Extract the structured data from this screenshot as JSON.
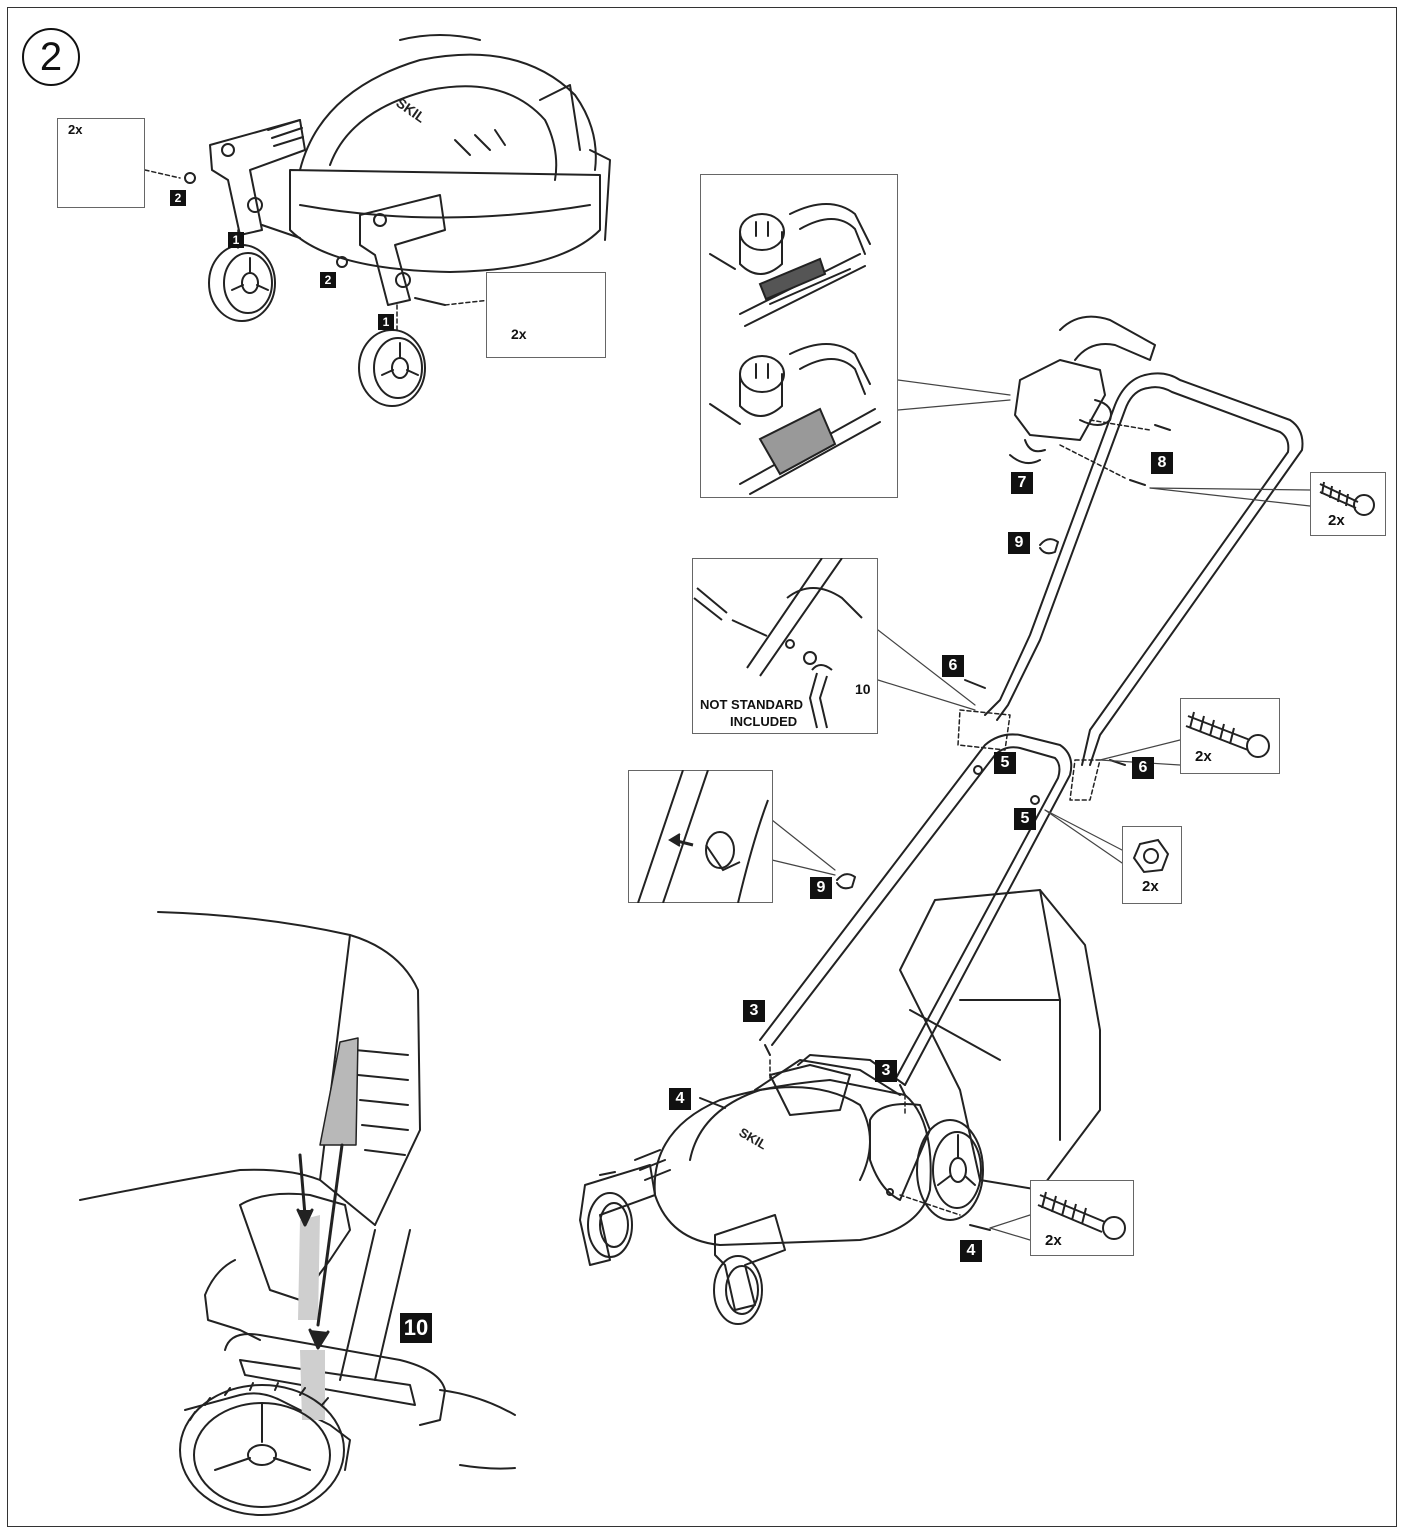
{
  "step_number": "2",
  "parts": {
    "l1": "1",
    "l2": "2",
    "l3": "3",
    "l4": "4",
    "l5": "5",
    "l6": "6",
    "l7": "7",
    "l8": "8",
    "l9": "9",
    "l10": "10"
  },
  "quantity_labels": {
    "knob": "2x",
    "bolt_top": "2x",
    "screw_handle": "2x",
    "screw_mid": "2x",
    "nut": "2x",
    "screw_bottom": "2x"
  },
  "callouts": {
    "wrench_number": "10",
    "not_standard": "NOT STANDARD",
    "included": "INCLUDED"
  },
  "brand": "SKIL"
}
